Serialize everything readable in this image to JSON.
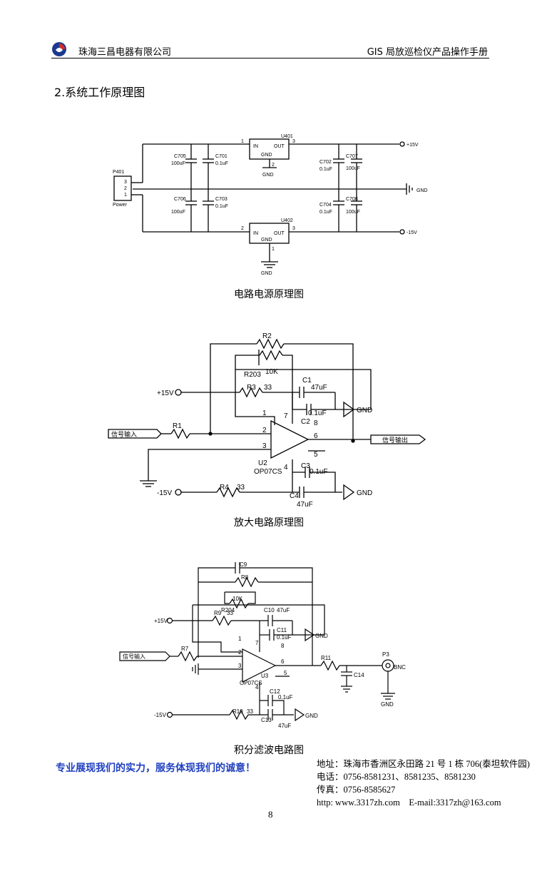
{
  "header": {
    "company": "珠海三昌电器有限公司",
    "title": "GIS 局放巡检仪产品操作手册",
    "logo_color_a": "#1b3a8f",
    "logo_color_b": "#d22a2a"
  },
  "section": {
    "heading": "2.系统工作原理图"
  },
  "figures": [
    {
      "caption": "电路电源原理图",
      "labels": {
        "u401": "U401",
        "u402": "U402",
        "in": "IN",
        "out": "OUT",
        "gnd": "GND",
        "p401": "P401",
        "power": "Power",
        "pin1": "1",
        "pin2": "2",
        "pin3": "3",
        "plus15": "+15V",
        "minus15": "-15V",
        "gnd_right": "GND",
        "c705": "C705",
        "c701": "C701",
        "c706": "C706",
        "c703": "C703",
        "c702": "C702",
        "c707": "C707",
        "c704": "C704",
        "c708": "C708",
        "v100uf": "100uF",
        "v01uf": "0.1uF"
      }
    },
    {
      "caption": "放大电路原理图",
      "labels": {
        "r2": "R2",
        "r203": "R203",
        "k10": "10K",
        "c1": "C1",
        "v47uf": "47uF",
        "plus15": "+15V",
        "r3": "R3",
        "v33": "33",
        "c2": "C2",
        "v01uf": "0.1uF",
        "gnd": "GND",
        "r1": "R1",
        "sig_in": "信号输入",
        "sig_out": "信号输出",
        "u2": "U2",
        "op07": "OP07CS",
        "c3": "C3",
        "minus15": "-15V",
        "r4": "R4",
        "c4": "C4",
        "p1": "1",
        "p2": "2",
        "p3": "3",
        "p4": "4",
        "p5": "5",
        "p6": "6",
        "p7": "7",
        "p8": "8"
      }
    },
    {
      "caption": "积分滤波电路图",
      "labels": {
        "c9": "C9",
        "r8": "R8",
        "k10": "10K",
        "r204": "R204",
        "c10": "C10",
        "v47uf": "47uF",
        "plus15": "+15V",
        "r9": "R9",
        "v33": "33",
        "c11": "C11",
        "v01uf": "0.1uF",
        "gnd": "GND",
        "sig_in": "信号输入",
        "r7": "R7",
        "r11": "R11",
        "c14": "C14",
        "p3": "P3",
        "bnc": "BNC",
        "u3": "U3",
        "op07": "OP07CS",
        "c12": "C12",
        "minus15": "-15V",
        "r10": "R10",
        "c13": "C13",
        "p1": "1",
        "p2": "2",
        "p3pin": "3",
        "p4": "4",
        "p5": "5",
        "p6": "6",
        "p7": "7",
        "p8": "8"
      }
    }
  ],
  "footer": {
    "slogan": "专业展现我们的实力，服务体现我们的诚意！",
    "address": "地址：珠海市香洲区永田路 21 号 1 栋 706(泰坦软件园)",
    "phone": "电话：0756-8581231、8581235、8581230",
    "fax": "传真：0756-8585627",
    "web": "http: www.3317zh.com    E-mail:3317zh@163.com",
    "page_number": "8"
  }
}
